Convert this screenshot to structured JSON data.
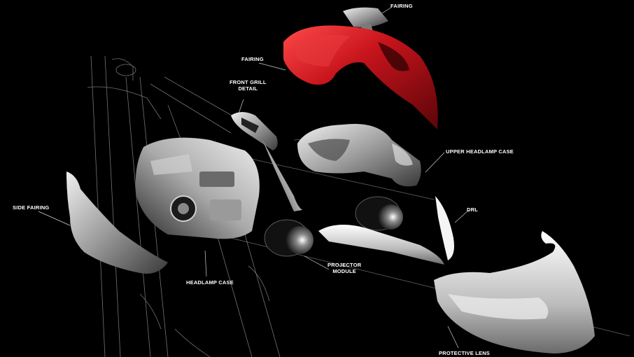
{
  "labels": {
    "fairing_top": "FAIRING",
    "fairing_main": "FAIRING",
    "front_grill_line1": "FRONT GRILL",
    "front_grill_line2": "DETAIL",
    "upper_headlamp_case": "UPPER HEADLAMP CASE",
    "side_fairing": "SIDE FAIRING",
    "drl": "DRL",
    "projector_line1": "PROJECTOR",
    "projector_line2": "MODULE",
    "headlamp_case": "HEADLAMP CASE",
    "protective_lens": "PROTECTIVE LENS"
  },
  "colors": {
    "background": "#000000",
    "fairing_red": "#c8141c",
    "metal_light": "#d9d9d9",
    "metal_dark": "#5a5a5a",
    "sketch_line": "#bfbfbf"
  }
}
